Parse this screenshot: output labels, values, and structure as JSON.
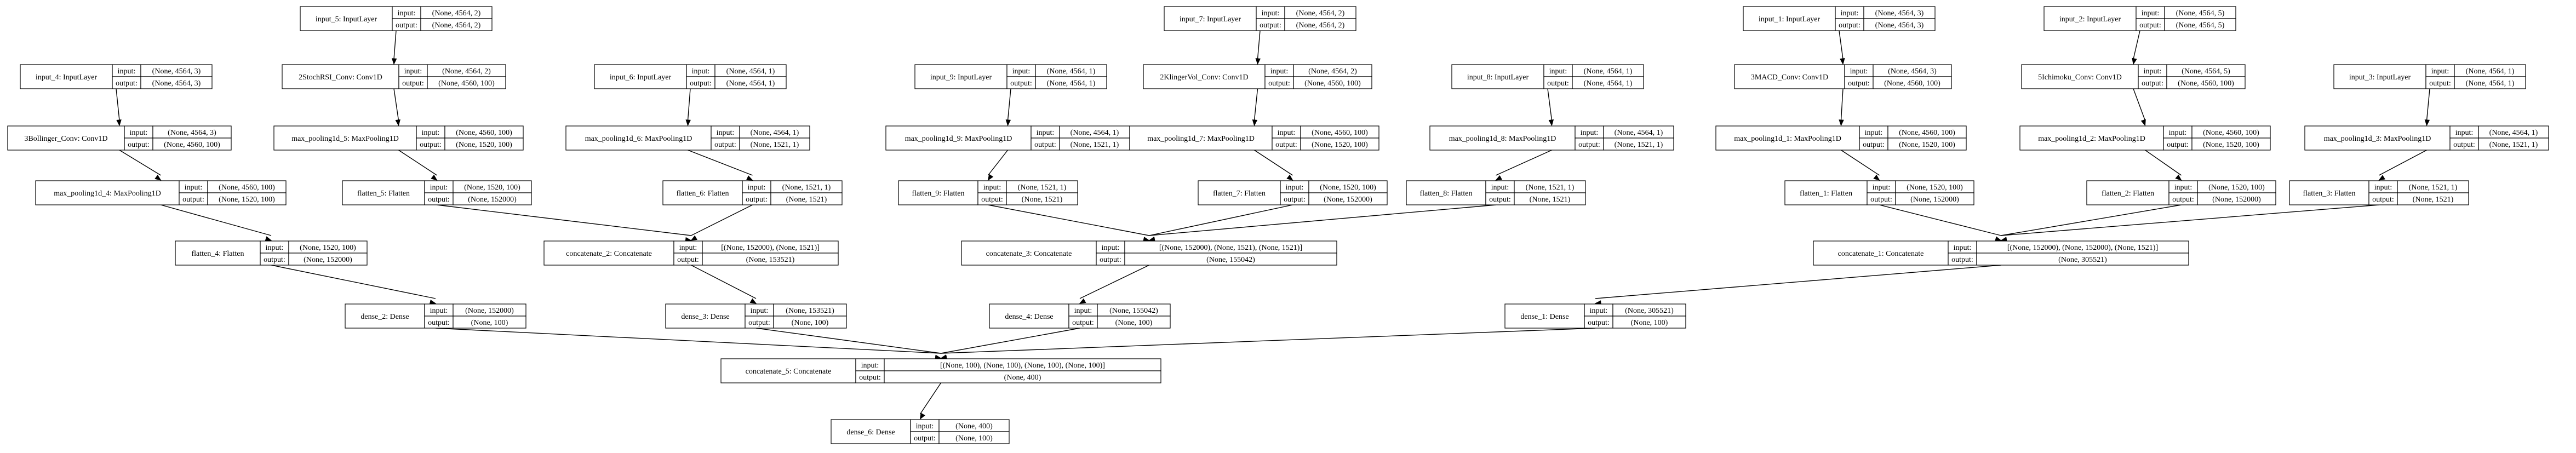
{
  "diagram": {
    "type": "keras-model-plot",
    "cell_labels": {
      "input": "input:",
      "output": "output:"
    },
    "nodes": [
      {
        "id": "input_5",
        "label": "input_5: InputLayer",
        "input": "(None, 4564, 2)",
        "output": "(None, 4564, 2)"
      },
      {
        "id": "input_7",
        "label": "input_7: InputLayer",
        "input": "(None, 4564, 2)",
        "output": "(None, 4564, 2)"
      },
      {
        "id": "input_1",
        "label": "input_1: InputLayer",
        "input": "(None, 4564, 3)",
        "output": "(None, 4564, 3)"
      },
      {
        "id": "input_2",
        "label": "input_2: InputLayer",
        "input": "(None, 4564, 5)",
        "output": "(None, 4564, 5)"
      },
      {
        "id": "input_4",
        "label": "input_4: InputLayer",
        "input": "(None, 4564, 3)",
        "output": "(None, 4564, 3)"
      },
      {
        "id": "stoch_conv",
        "label": "2StochRSI_Conv: Conv1D",
        "input": "(None, 4564, 2)",
        "output": "(None, 4560, 100)"
      },
      {
        "id": "input_6",
        "label": "input_6: InputLayer",
        "input": "(None, 4564, 1)",
        "output": "(None, 4564, 1)"
      },
      {
        "id": "input_9",
        "label": "input_9: InputLayer",
        "input": "(None, 4564, 1)",
        "output": "(None, 4564, 1)"
      },
      {
        "id": "klinger_conv",
        "label": "2KlingerVol_Conv: Conv1D",
        "input": "(None, 4564, 2)",
        "output": "(None, 4560, 100)"
      },
      {
        "id": "input_8",
        "label": "input_8: InputLayer",
        "input": "(None, 4564, 1)",
        "output": "(None, 4564, 1)"
      },
      {
        "id": "macd_conv",
        "label": "3MACD_Conv: Conv1D",
        "input": "(None, 4564, 3)",
        "output": "(None, 4560, 100)"
      },
      {
        "id": "ichimoku_conv",
        "label": "5Ichimoku_Conv: Conv1D",
        "input": "(None, 4564, 5)",
        "output": "(None, 4560, 100)"
      },
      {
        "id": "input_3",
        "label": "input_3: InputLayer",
        "input": "(None, 4564, 1)",
        "output": "(None, 4564, 1)"
      },
      {
        "id": "bollinger_conv",
        "label": "3Bollinger_Conv: Conv1D",
        "input": "(None, 4564, 3)",
        "output": "(None, 4560, 100)"
      },
      {
        "id": "mp_5",
        "label": "max_pooling1d_5: MaxPooling1D",
        "input": "(None, 4560, 100)",
        "output": "(None, 1520, 100)"
      },
      {
        "id": "mp_6",
        "label": "max_pooling1d_6: MaxPooling1D",
        "input": "(None, 4564, 1)",
        "output": "(None, 1521, 1)"
      },
      {
        "id": "mp_9",
        "label": "max_pooling1d_9: MaxPooling1D",
        "input": "(None, 4564, 1)",
        "output": "(None, 1521, 1)"
      },
      {
        "id": "mp_7",
        "label": "max_pooling1d_7: MaxPooling1D",
        "input": "(None, 4560, 100)",
        "output": "(None, 1520, 100)"
      },
      {
        "id": "mp_8",
        "label": "max_pooling1d_8: MaxPooling1D",
        "input": "(None, 4564, 1)",
        "output": "(None, 1521, 1)"
      },
      {
        "id": "mp_1",
        "label": "max_pooling1d_1: MaxPooling1D",
        "input": "(None, 4560, 100)",
        "output": "(None, 1520, 100)"
      },
      {
        "id": "mp_2",
        "label": "max_pooling1d_2: MaxPooling1D",
        "input": "(None, 4560, 100)",
        "output": "(None, 1520, 100)"
      },
      {
        "id": "mp_3",
        "label": "max_pooling1d_3: MaxPooling1D",
        "input": "(None, 4564, 1)",
        "output": "(None, 1521, 1)"
      },
      {
        "id": "mp_4",
        "label": "max_pooling1d_4: MaxPooling1D",
        "input": "(None, 4560, 100)",
        "output": "(None, 1520, 100)"
      },
      {
        "id": "flatten_5",
        "label": "flatten_5: Flatten",
        "input": "(None, 1520, 100)",
        "output": "(None, 152000)"
      },
      {
        "id": "flatten_6",
        "label": "flatten_6: Flatten",
        "input": "(None, 1521, 1)",
        "output": "(None, 1521)"
      },
      {
        "id": "flatten_9",
        "label": "flatten_9: Flatten",
        "input": "(None, 1521, 1)",
        "output": "(None, 1521)"
      },
      {
        "id": "flatten_7",
        "label": "flatten_7: Flatten",
        "input": "(None, 1520, 100)",
        "output": "(None, 152000)"
      },
      {
        "id": "flatten_8",
        "label": "flatten_8: Flatten",
        "input": "(None, 1521, 1)",
        "output": "(None, 1521)"
      },
      {
        "id": "flatten_1",
        "label": "flatten_1: Flatten",
        "input": "(None, 1520, 100)",
        "output": "(None, 152000)"
      },
      {
        "id": "flatten_2",
        "label": "flatten_2: Flatten",
        "input": "(None, 1520, 100)",
        "output": "(None, 152000)"
      },
      {
        "id": "flatten_3",
        "label": "flatten_3: Flatten",
        "input": "(None, 1521, 1)",
        "output": "(None, 1521)"
      },
      {
        "id": "flatten_4",
        "label": "flatten_4: Flatten",
        "input": "(None, 1520, 100)",
        "output": "(None, 152000)"
      },
      {
        "id": "concat_2",
        "label": "concatenate_2: Concatenate",
        "input": "[(None, 152000), (None, 1521)]",
        "output": "(None, 153521)"
      },
      {
        "id": "concat_3",
        "label": "concatenate_3: Concatenate",
        "input": "[(None, 152000), (None, 1521), (None, 1521)]",
        "output": "(None, 155042)"
      },
      {
        "id": "concat_1",
        "label": "concatenate_1: Concatenate",
        "input": "[(None, 152000), (None, 152000), (None, 1521)]",
        "output": "(None, 305521)"
      },
      {
        "id": "dense_2",
        "label": "dense_2: Dense",
        "input": "(None, 152000)",
        "output": "(None, 100)"
      },
      {
        "id": "dense_3",
        "label": "dense_3: Dense",
        "input": "(None, 153521)",
        "output": "(None, 100)"
      },
      {
        "id": "dense_4",
        "label": "dense_4: Dense",
        "input": "(None, 155042)",
        "output": "(None, 100)"
      },
      {
        "id": "dense_1",
        "label": "dense_1: Dense",
        "input": "(None, 305521)",
        "output": "(None, 100)"
      },
      {
        "id": "concat_5",
        "label": "concatenate_5: Concatenate",
        "input": "[(None, 100), (None, 100), (None, 100), (None, 100)]",
        "output": "(None, 400)"
      },
      {
        "id": "dense_6",
        "label": "dense_6: Dense",
        "input": "(None, 400)",
        "output": "(None, 100)"
      }
    ],
    "edges": [
      [
        "input_4",
        "bollinger_conv"
      ],
      [
        "bollinger_conv",
        "mp_4"
      ],
      [
        "mp_4",
        "flatten_4"
      ],
      [
        "flatten_4",
        "dense_2"
      ],
      [
        "input_5",
        "stoch_conv"
      ],
      [
        "stoch_conv",
        "mp_5"
      ],
      [
        "mp_5",
        "flatten_5"
      ],
      [
        "flatten_5",
        "concat_2"
      ],
      [
        "input_6",
        "mp_6"
      ],
      [
        "mp_6",
        "flatten_6"
      ],
      [
        "flatten_6",
        "concat_2"
      ],
      [
        "concat_2",
        "dense_3"
      ],
      [
        "input_7",
        "klinger_conv"
      ],
      [
        "klinger_conv",
        "mp_7"
      ],
      [
        "mp_7",
        "flatten_7"
      ],
      [
        "flatten_7",
        "concat_3"
      ],
      [
        "input_9",
        "mp_9"
      ],
      [
        "mp_9",
        "flatten_9"
      ],
      [
        "flatten_9",
        "concat_3"
      ],
      [
        "input_8",
        "mp_8"
      ],
      [
        "mp_8",
        "flatten_8"
      ],
      [
        "flatten_8",
        "concat_3"
      ],
      [
        "concat_3",
        "dense_4"
      ],
      [
        "input_1",
        "macd_conv"
      ],
      [
        "macd_conv",
        "mp_1"
      ],
      [
        "mp_1",
        "flatten_1"
      ],
      [
        "flatten_1",
        "concat_1"
      ],
      [
        "input_2",
        "ichimoku_conv"
      ],
      [
        "ichimoku_conv",
        "mp_2"
      ],
      [
        "mp_2",
        "flatten_2"
      ],
      [
        "flatten_2",
        "concat_1"
      ],
      [
        "input_3",
        "mp_3"
      ],
      [
        "mp_3",
        "flatten_3"
      ],
      [
        "flatten_3",
        "concat_1"
      ],
      [
        "concat_1",
        "dense_1"
      ],
      [
        "dense_2",
        "concat_5"
      ],
      [
        "dense_3",
        "concat_5"
      ],
      [
        "dense_4",
        "concat_5"
      ],
      [
        "dense_1",
        "concat_5"
      ],
      [
        "concat_5",
        "dense_6"
      ]
    ]
  }
}
